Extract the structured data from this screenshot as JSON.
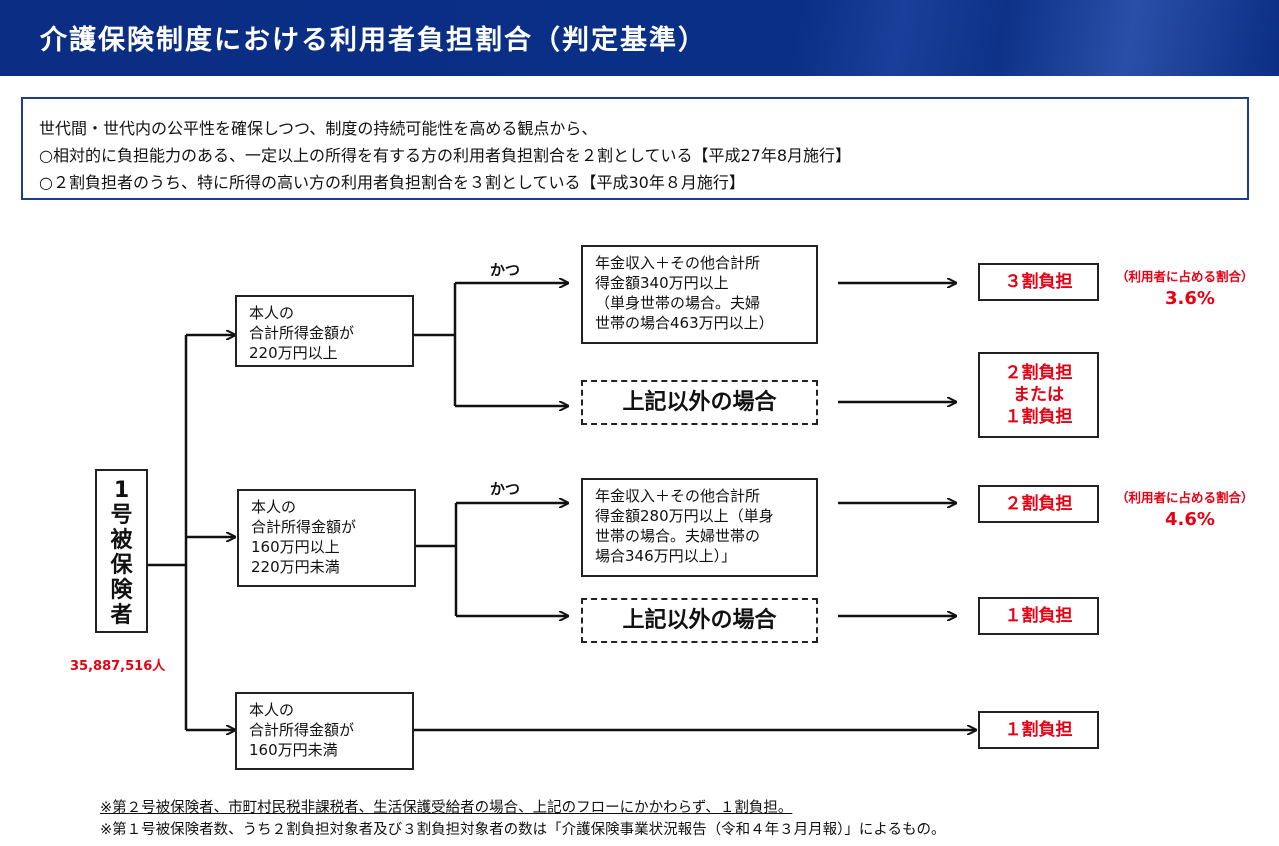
{
  "header": {
    "title": "介護保険制度における利用者負担割合（判定基準）"
  },
  "intro": {
    "lines": [
      "世代間・世代内の公平性を確保しつつ、制度の持続可能性を高める観点から、",
      "○相対的に負担能力のある、一定以上の所得を有する方の利用者負担割合を２割としている【平成27年8月施行】",
      "○２割負担者のうち、特に所得の高い方の利用者負担割合を３割としている【平成30年８月施行】"
    ]
  },
  "flow": {
    "root": {
      "chars": [
        "1",
        "号",
        "被",
        "保",
        "険",
        "者"
      ],
      "count": "35,887,516人"
    },
    "branch_high": {
      "lines": [
        "本人の",
        "合計所得金額が",
        "220万円以上"
      ]
    },
    "branch_mid": {
      "lines": [
        "本人の",
        "合計所得金額が",
        "160万円以上",
        "220万円未満"
      ]
    },
    "branch_low": {
      "lines": [
        "本人の",
        "合計所得金額が",
        "160万円未満"
      ]
    },
    "katsu": "かつ",
    "cond_high": {
      "lines": [
        "年金収入＋その他合計所",
        "得金額340万円以上",
        "（単身世帯の場合。夫婦",
        "世帯の場合463万円以上）"
      ]
    },
    "cond_mid": {
      "lines": [
        "年金収入＋その他合計所",
        "得金額280万円以上（単身",
        "世帯の場合。夫婦世帯の",
        "場合346万円以上）」"
      ]
    },
    "other": "上記以外の場合",
    "results": {
      "r1": [
        "３割負担"
      ],
      "r2": [
        "２割負担",
        "または",
        "１割負担"
      ],
      "r3": [
        "２割負担"
      ],
      "r4": [
        "１割負担"
      ],
      "r5": [
        "１割負担"
      ]
    },
    "share_label": "（利用者に占める割合）",
    "share_3": "3.6%",
    "share_2": "4.6%"
  },
  "notes": [
    "※第２号被保険者、市町村民税非課税者、生活保護受給者の場合、上記のフローにかかわらず、１割負担。",
    "※第１号被保険者数、うち２割負担対象者及び３割負担対象者の数は「介護保険事業状況報告（令和４年３月月報）」によるもの。"
  ],
  "colors": {
    "header_bg": "#0b2e84",
    "intro_border": "#1f3d8f",
    "accent_red": "#e60012"
  }
}
